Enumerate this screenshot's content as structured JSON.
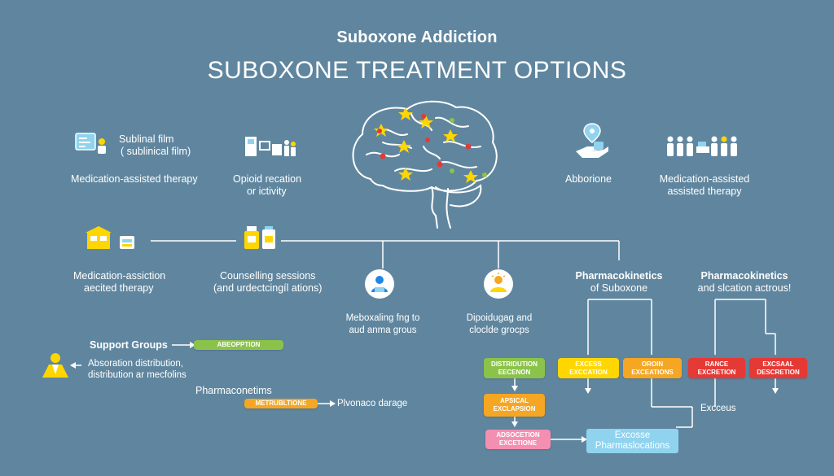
{
  "header": {
    "title": "Suboxone Addiction",
    "subtitle": "SUBOXONE TREATMENT OPTIONS"
  },
  "top_row": {
    "sublingual_1": "Sublinal film",
    "sublingual_2": "( sublinical film)",
    "mat_left": "Medication-assisted therapy",
    "opioid_1": "Opioid recation",
    "opioid_2": "or ictivity",
    "abborione": "Abborione",
    "mat_right_1": "Medication-assisted",
    "mat_right_2": "assisted therapy"
  },
  "middle_row": {
    "mat_assiction_1": "Medication-assiction",
    "mat_assiction_2": "aecited therapy",
    "counseling_1": "Counselling sessions",
    "counseling_2": "(and urdectcingíl ations)",
    "meboxaling_1": "Meboxaling fng to",
    "meboxaling_2": "aud anma grous",
    "dipoidugag_1": "Dipoidugag and",
    "dipoidugag_2": "cloclde grocps",
    "pk_left_1": "Pharmacokinetics",
    "pk_left_2": "of Suboxone",
    "pk_right_1": "Pharmacokinetics",
    "pk_right_2": "and slcation actrous!"
  },
  "bottom_left": {
    "support_groups": "Support Groups",
    "absorption_1": "Absoration distribution,",
    "absorption_2": "distribution ar mecfolins",
    "pharmacometims": "Pharmaconetims",
    "plvonaco": "Plvonaco darage"
  },
  "pills": {
    "abeoption": "ABEOPPTION",
    "metrubltione": "METRUBLTIONE",
    "distribution_1": "DISTRIDUTION",
    "distribution_2": "EECENON",
    "apsical_1": "APSICAL",
    "apsical_2": "EXCLAPSION",
    "adsocetion_1": "ADSOCETION",
    "adsocetion_2": "EXCETIONE",
    "excess_1": "EXCESS",
    "excess_2": "EXCCATION",
    "oroin_1": "OROIN",
    "oroin_2": "EXCEATIONS",
    "rance_1": "RANCE",
    "rance_2": "EXCRETION",
    "excsaal_1": "EXCSAAL",
    "excsaal_2": "DESCRETION"
  },
  "bottom_right": {
    "excceus": "Excceus",
    "excosse_1": "Excosse",
    "excosse_2": "Pharmaslocations"
  },
  "colors": {
    "background": "#60869f",
    "green": "#8bc34a",
    "orange": "#f5a623",
    "yellow": "#ffd600",
    "red": "#e53935",
    "pink": "#f48fb1",
    "lightblue": "#8fd3ef"
  }
}
